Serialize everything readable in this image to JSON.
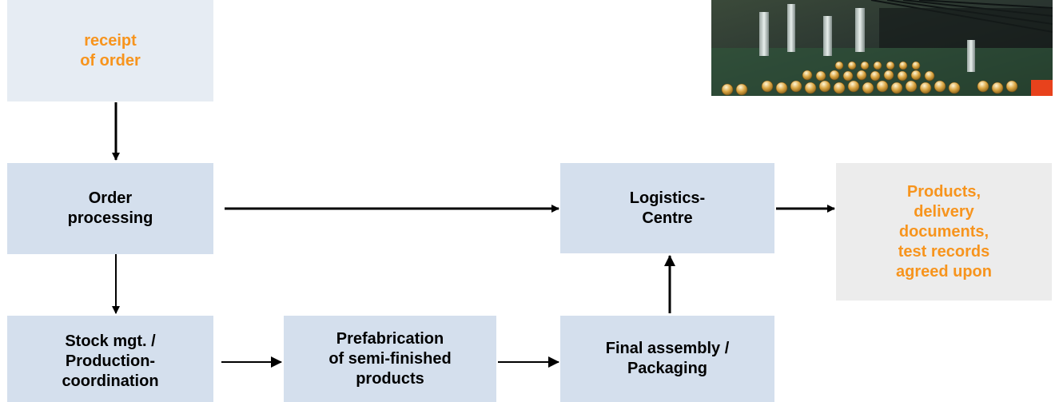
{
  "nodes": {
    "receipt": "receipt\nof order",
    "order_processing": "Order\nprocessing",
    "logistics": "Logistics-\nCentre",
    "products": "Products,\ndelivery\ndocuments,\ntest records\nagreed upon",
    "stock": "Stock mgt. /\nProduction-\ncoordination",
    "prefab": "Prefabrication\nof semi-finished\nproducts",
    "final_assembly": "Final assembly /\nPackaging"
  },
  "colors": {
    "box_fill": "#d4dfed",
    "start_fill": "#e6ecf3",
    "end_fill": "#ececec",
    "accent_text": "#f7941d",
    "arrow": "#000000"
  },
  "photo": {
    "icon": "circuit-board-photo"
  }
}
